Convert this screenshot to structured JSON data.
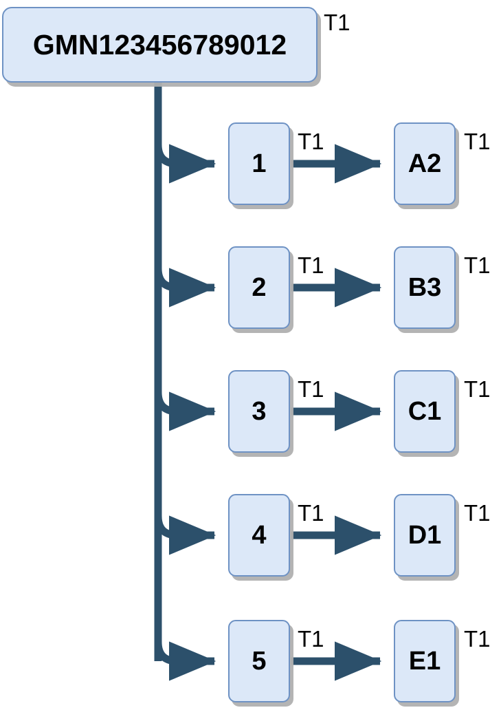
{
  "diagram": {
    "type": "tree-flow",
    "background_color": "#ffffff",
    "node_fill_color": "#dce8f8",
    "node_border_color": "#6e92c4",
    "edge_color": "#2c506b",
    "shadow_color": "#b0b0b0",
    "text_color": "#000000",
    "root": {
      "label": "GMN123456789012",
      "tag": "T1"
    },
    "branches": [
      {
        "middle_label": "1",
        "middle_tag": "T1",
        "end_label": "A2",
        "end_tag": "T1"
      },
      {
        "middle_label": "2",
        "middle_tag": "T1",
        "end_label": "B3",
        "end_tag": "T1"
      },
      {
        "middle_label": "3",
        "middle_tag": "T1",
        "end_label": "C1",
        "end_tag": "T1"
      },
      {
        "middle_label": "4",
        "middle_tag": "T1",
        "end_label": "D1",
        "end_tag": "T1"
      },
      {
        "middle_label": "5",
        "middle_tag": "T1",
        "end_label": "E1",
        "end_tag": "T1"
      }
    ]
  }
}
